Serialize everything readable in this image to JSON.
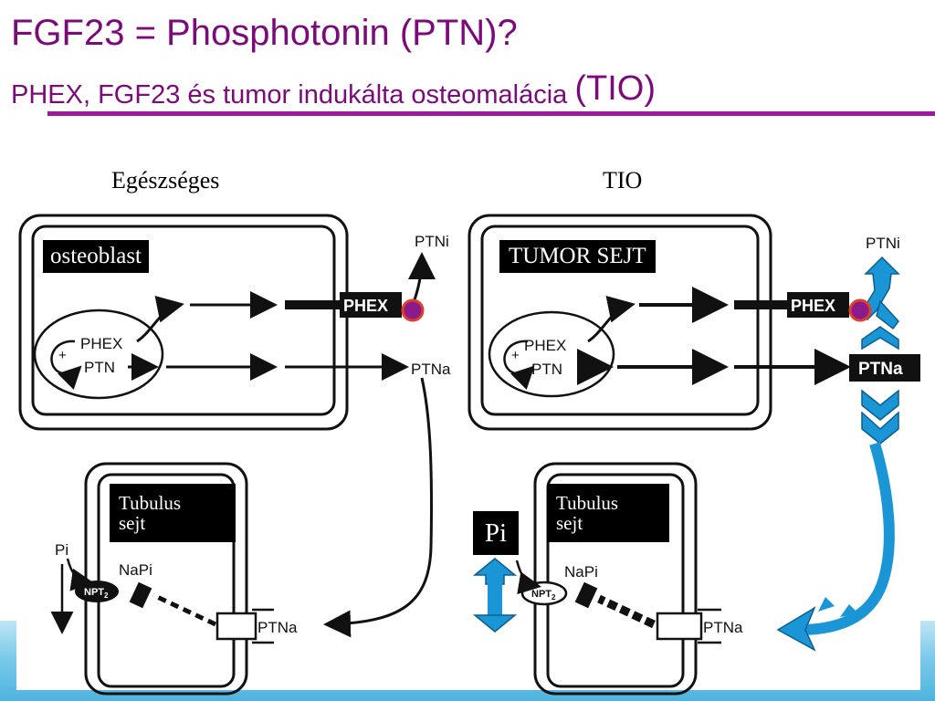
{
  "title": {
    "line1": "FGF23 = Phosphotonin (PTN)?",
    "line2_main": "PHEX, FGF23 és tumor indukálta osteomalácia",
    "line2_tail": "(TIO)"
  },
  "columns": {
    "left": "Egészséges",
    "right": "TIO"
  },
  "left_panel": {
    "cell_label": "osteoblast",
    "phex_inner": "PHEX",
    "ptn_inner": "PTN",
    "plus": "+",
    "phex_box": "PHEX",
    "ptni": "PTNi",
    "ptna": "PTNa",
    "tubule_label_1": "Tubulus",
    "tubule_label_2": "sejt",
    "pi": "Pi",
    "npt": "NPT",
    "npt_sub": "2",
    "napi": "NaPi",
    "ptna_receptor": "PTNa"
  },
  "right_panel": {
    "cell_label": "TUMOR SEJT",
    "phex_inner": "PHEX",
    "ptn_inner": "PTN",
    "plus": "+",
    "phex_box": "PHEX",
    "ptni": "PTNi",
    "ptna": "PTNa",
    "tubule_label_1": "Tubulus",
    "tubule_label_2": "sejt",
    "pi": "Pi",
    "npt": "NPT",
    "npt_sub": "2",
    "napi": "NaPi",
    "ptna_receptor": "PTNa"
  },
  "colors": {
    "title": "#7b0a7b",
    "underline": "#9b1b9b",
    "marker_fill": "#8b1a8b",
    "marker_ring": "#e0402a",
    "arrow_blue": "#1a96d6"
  }
}
